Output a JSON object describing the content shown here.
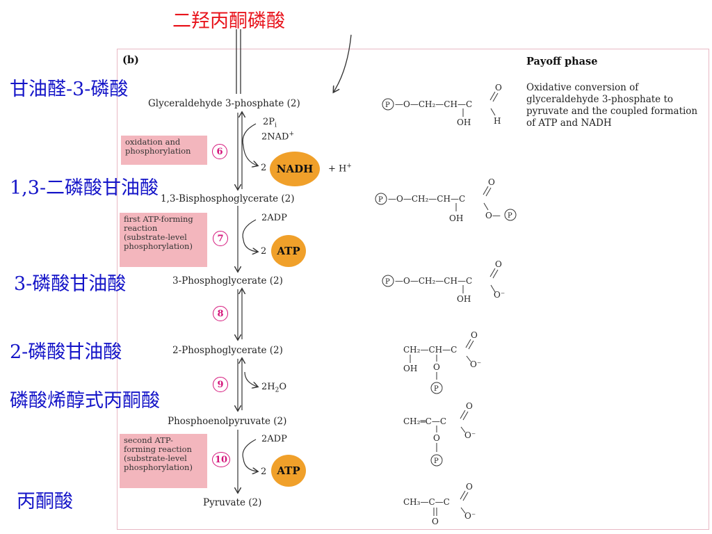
{
  "top_title": "二羟丙酮磷酸",
  "panel_label": "(b)",
  "phase": {
    "title": "Payoff phase",
    "description": "Oxidative conversion of glyceraldehyde 3-phosphate to pyruvate and the coupled formation of ATP and NADH"
  },
  "side_labels": [
    "甘油醛-3-磷酸",
    "1,3-二磷酸甘油酸",
    "3-磷酸甘油酸",
    "2-磷酸甘油酸",
    "磷酸烯醇式丙酮酸",
    "丙酮酸"
  ],
  "compounds": [
    "Glyceraldehyde 3-phosphate (2)",
    "1,3-Bisphosphoglycerate (2)",
    "3-Phosphoglycerate (2)",
    "2-Phosphoglycerate (2)",
    "Phosphoenolpyruvate (2)",
    "Pyruvate (2)"
  ],
  "steps": [
    "6",
    "7",
    "8",
    "9",
    "10"
  ],
  "step_notes": {
    "s6": "oxidation and phosphorylation",
    "s7": "first ATP-forming reaction (substrate-level phosphorylation)",
    "s10": "second ATP-forming reaction (substrate-level phosphorylation)"
  },
  "cofactors": {
    "pi": "2P",
    "pi_sub": "i",
    "nad": "2NAD",
    "nad_sup": "+",
    "nadh_coef": "2",
    "nadh": "NADH",
    "h": "+ H",
    "h_sup": "+",
    "adp1": "2ADP",
    "atp1_coef": "2",
    "atp1": "ATP",
    "water": "2H",
    "water_sub": "2",
    "water_o": "O",
    "adp2": "2ADP",
    "atp2_coef": "2",
    "atp2": "ATP"
  },
  "colors": {
    "red_text": "#e8141c",
    "blue_text": "#1515c8",
    "pink_box": "#f3b6bd",
    "step_magenta": "#d4147a",
    "orange_oval": "#f0a02a"
  }
}
